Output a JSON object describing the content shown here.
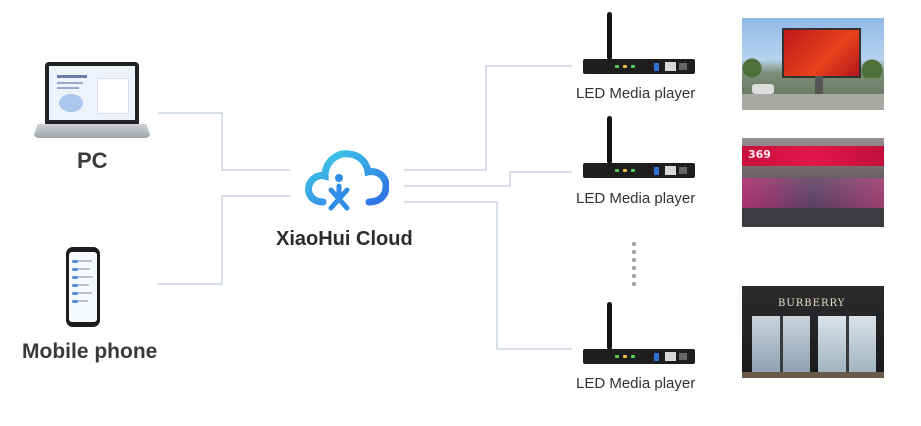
{
  "sources": {
    "pc": {
      "label": "PC"
    },
    "mobile": {
      "label": "Mobile phone"
    }
  },
  "hub": {
    "label": "XiaoHui Cloud",
    "icon": "cloud-icon"
  },
  "players": [
    {
      "label": "LED Media player"
    },
    {
      "label": "LED Media player"
    },
    {
      "label": "LED Media player"
    }
  ],
  "displays": {
    "street_led_billboard": {
      "sign_text": "369"
    },
    "storefront_display": {
      "brand_text": "BURBERRY"
    }
  },
  "colors": {
    "line": "#bfccdc",
    "cloud_blue": "#2f8fe6",
    "cloud_cyan": "#3fd0e6"
  }
}
